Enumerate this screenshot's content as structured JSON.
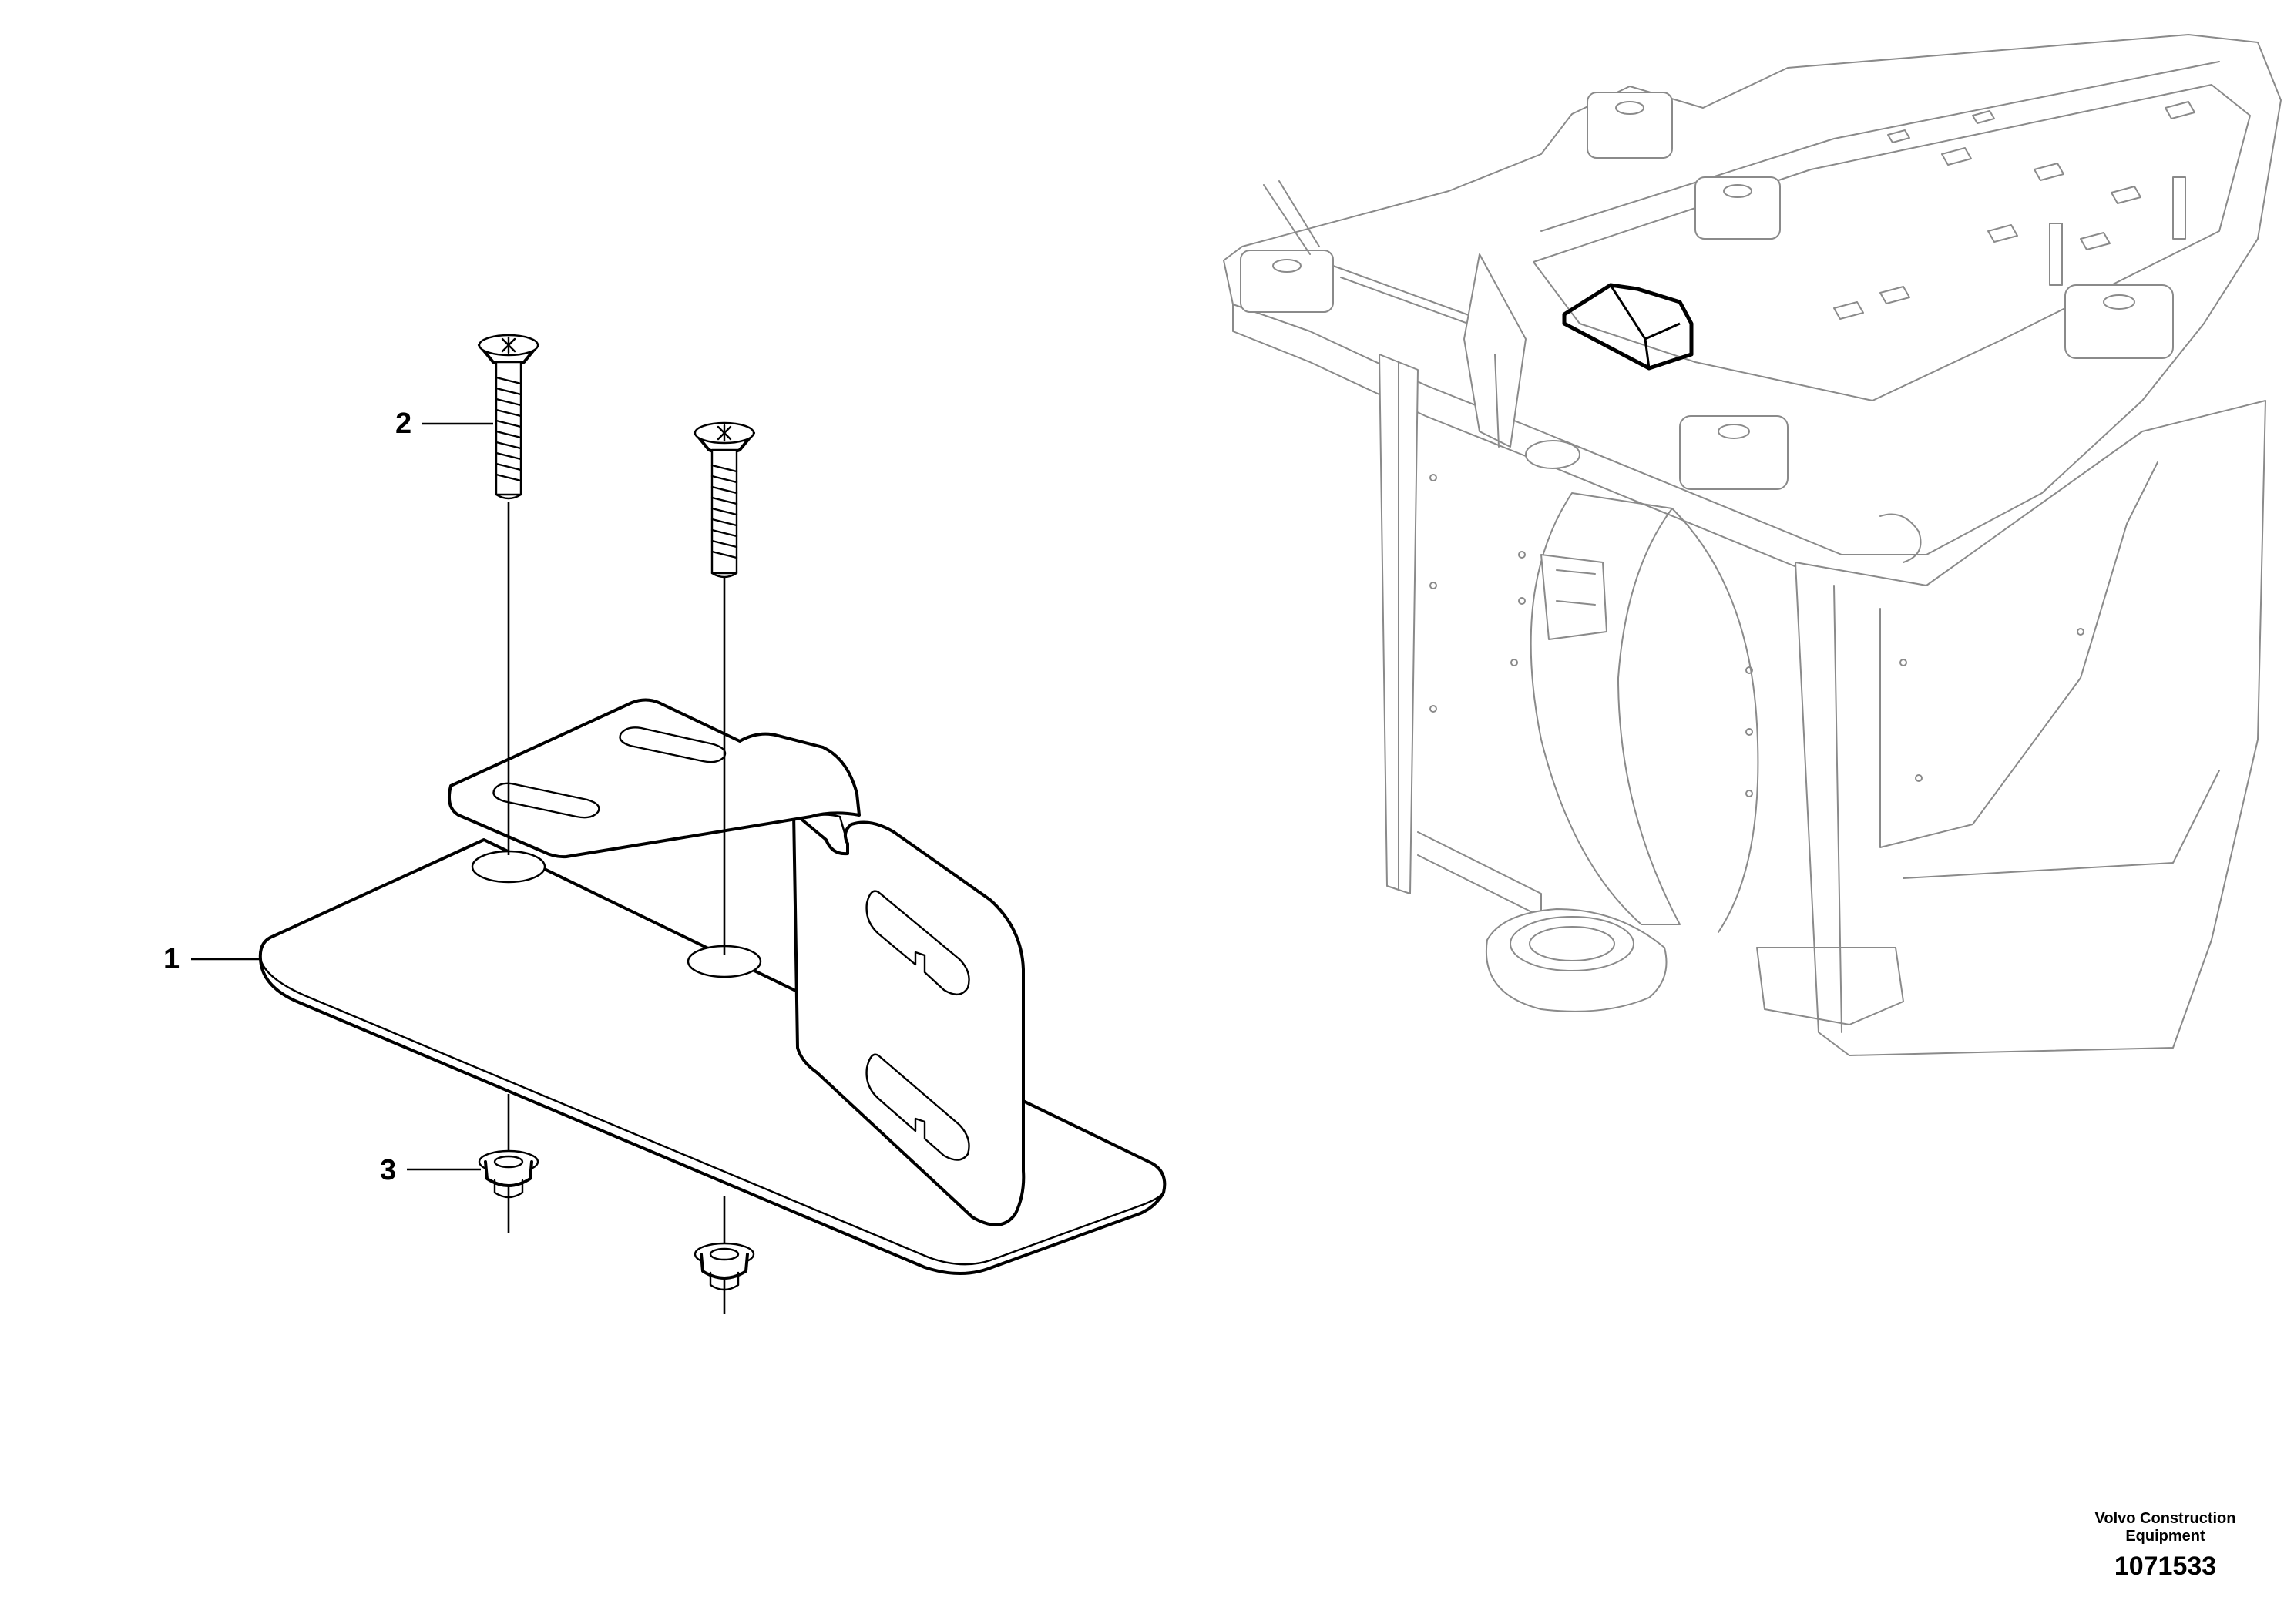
{
  "callouts": [
    {
      "id": "1",
      "label": "1"
    },
    {
      "id": "2",
      "label": "2"
    },
    {
      "id": "3",
      "label": "3"
    }
  ],
  "brand": {
    "company_line1": "Volvo Construction",
    "company_line2": "Equipment",
    "drawing_number": "1071533"
  }
}
